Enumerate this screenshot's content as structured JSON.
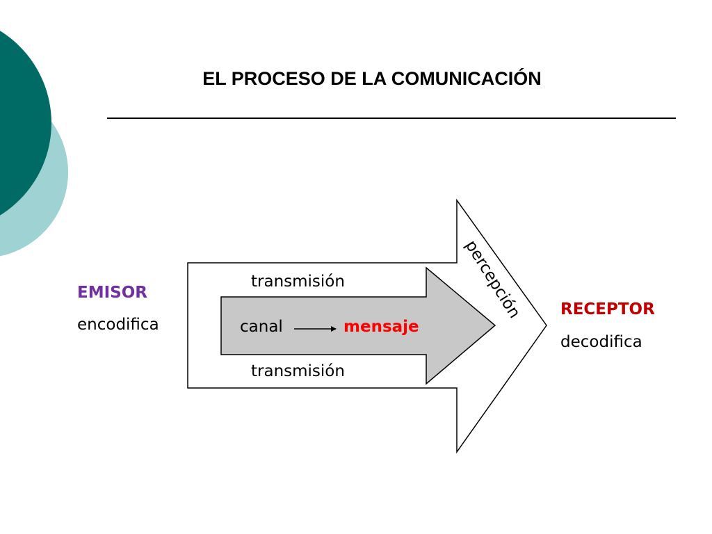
{
  "title": "EL PROCESO DE LA COMUNICACIÓN",
  "emisor": {
    "label": "EMISOR",
    "action": "encodifica"
  },
  "receptor": {
    "label": "RECEPTOR",
    "action": "decodifica"
  },
  "diagram": {
    "transmission_top": "transmisión",
    "transmission_bottom": "transmisión",
    "channel": "canal",
    "message": "mensaje",
    "perception": "percepción"
  },
  "colors": {
    "emisor": "#7030A0",
    "receptor": "#C00000",
    "message": "#FF0000",
    "inner_arrow_fill": "#C8C8C8",
    "teal_dark": "#006B65",
    "teal_light": "#9ED2D3",
    "text": "#000000"
  }
}
